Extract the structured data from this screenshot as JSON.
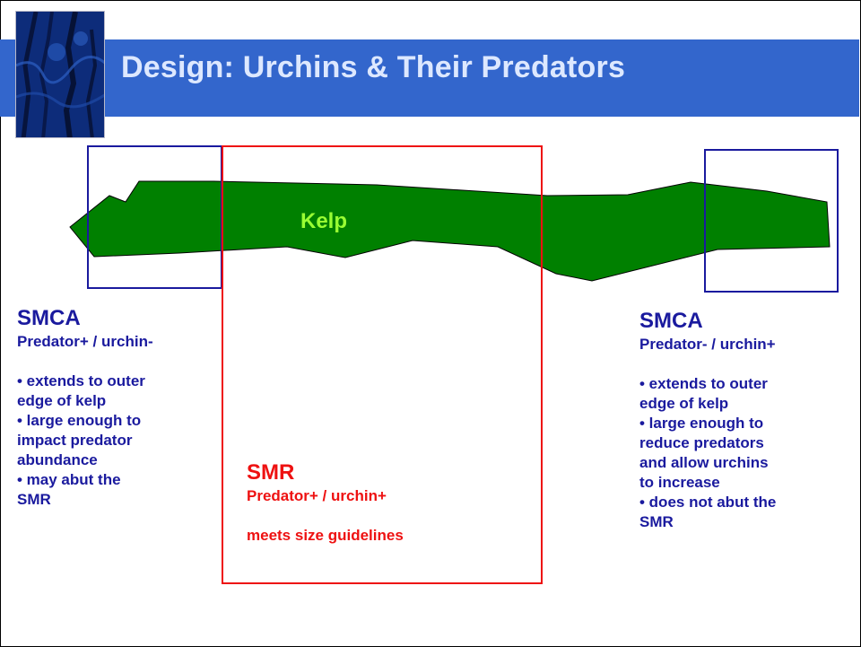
{
  "slide": {
    "title": "Design: Urchins & Their Predators"
  },
  "diagram": {
    "kelp_label": "Kelp",
    "colors": {
      "kelp_fill": "#008000",
      "kelp_label": "#99ff33",
      "smca_box": "#1a1a9e",
      "smr_box": "#ee1111",
      "title_bar": "#3366cc"
    }
  },
  "left_smca": {
    "heading": "SMCA",
    "subtitle": "Predator+ / urchin-",
    "bullets": [
      "• extends to outer",
      "edge of kelp",
      "• large enough to",
      "impact predator",
      "abundance",
      "• may abut the",
      "SMR"
    ]
  },
  "smr": {
    "heading": "SMR",
    "subtitle": "Predator+ / urchin+",
    "note": "meets size guidelines"
  },
  "right_smca": {
    "heading": "SMCA",
    "subtitle": "Predator- / urchin+",
    "bullets": [
      "• extends to outer",
      "edge of kelp",
      "• large enough to",
      "reduce predators",
      "and allow urchins",
      "to increase",
      "• does not abut the",
      "SMR"
    ]
  }
}
